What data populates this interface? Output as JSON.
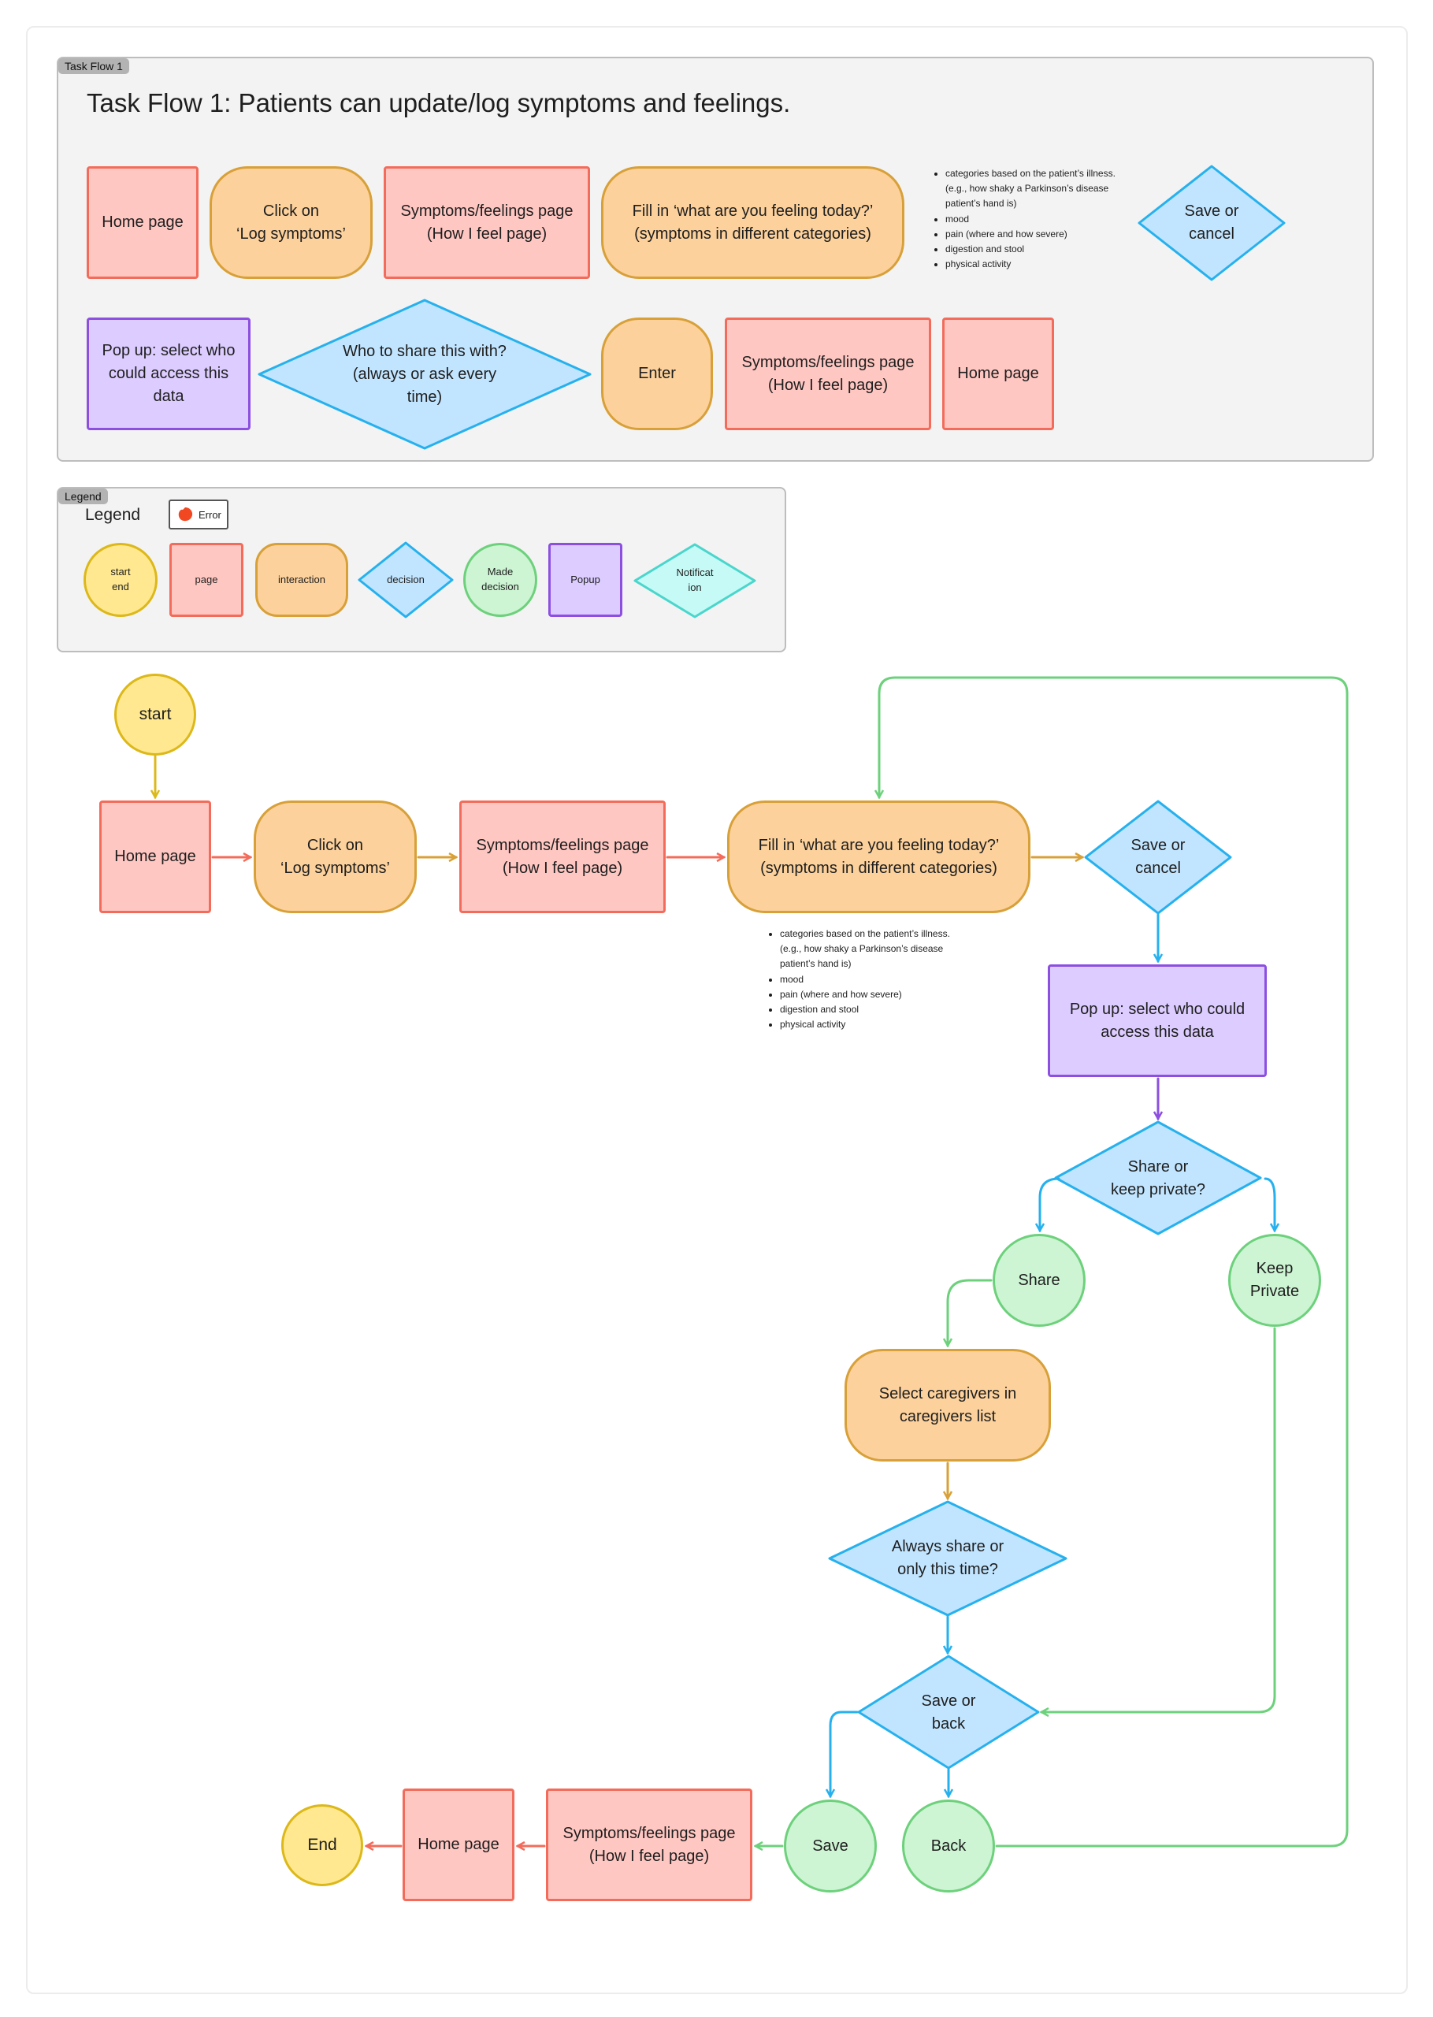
{
  "task_flow_section": {
    "tag": "Task Flow 1",
    "title": "Task Flow 1: Patients can update/log symptoms and feelings.",
    "row1": {
      "home_page": "Home page",
      "click_log": "Click on\n‘Log symptoms’",
      "symptoms_page": "Symptoms/feelings page\n(How I feel page)",
      "fill_in": "Fill in ‘what are you feeling today?’\n(symptoms in different categories)",
      "save_cancel": "Save or\ncancel"
    },
    "row2": {
      "popup": "Pop up: select who could access this data",
      "who_share": "Who to share this with? (always or ask every time)",
      "enter": "Enter",
      "symptoms_page": "Symptoms/feelings page\n(How I feel page)",
      "home_page": "Home page"
    },
    "bullets": [
      "categories based on the patient’s illness. (e.g., how shaky a Parkinson’s disease patient’s hand is)",
      "mood",
      "pain (where and how severe)",
      "digestion and stool",
      "physical activity"
    ]
  },
  "legend": {
    "tag": "Legend",
    "title": "Legend",
    "error_label": "Error",
    "items": {
      "start_end": "start\nend",
      "page": "page",
      "interaction": "interaction",
      "decision": "decision",
      "made_decision": "Made\ndecision",
      "popup": "Popup",
      "notification": "Notificat\nion"
    }
  },
  "flow": {
    "start": "start",
    "home_page": "Home page",
    "click_log": "Click on\n‘Log symptoms’",
    "symptoms_page": "Symptoms/feelings page\n(How I feel page)",
    "fill_in": "Fill in ‘what are you feeling today?’\n(symptoms in different categories)",
    "save_cancel": "Save or\ncancel",
    "popup": "Pop up: select who could access this data",
    "share_private": "Share or\nkeep private?",
    "share": "Share",
    "keep_private": "Keep\nPrivate",
    "select_caregivers": "Select caregivers in caregivers list",
    "always_share": "Always share or\nonly this time?",
    "save_back": "Save or\nback",
    "save": "Save",
    "back": "Back",
    "symptoms_page_2": "Symptoms/feelings page\n(How I feel page)",
    "home_page_2": "Home page",
    "end": "End",
    "bullets": [
      "categories based on the patient’s illness. (e.g., how shaky a Parkinson’s disease patient’s hand is)",
      "mood",
      "pain (where and how severe)",
      "digestion and stool",
      "physical activity"
    ]
  },
  "colors": {
    "page_fill": "#ffc7c2",
    "page_stroke": "#f36c5b",
    "interaction_fill": "#fcd19c",
    "interaction_stroke": "#d8a038",
    "decision_fill": "#c2e5ff",
    "decision_stroke": "#26b1ee",
    "made_fill": "#cdf4d3",
    "made_stroke": "#6dd17c",
    "popup_fill": "#dcccff",
    "popup_stroke": "#8c4fe0",
    "start_fill": "#ffe88f",
    "start_stroke": "#dcb81a",
    "notif_fill": "#c6faf6",
    "notif_stroke": "#4ad6cc"
  }
}
